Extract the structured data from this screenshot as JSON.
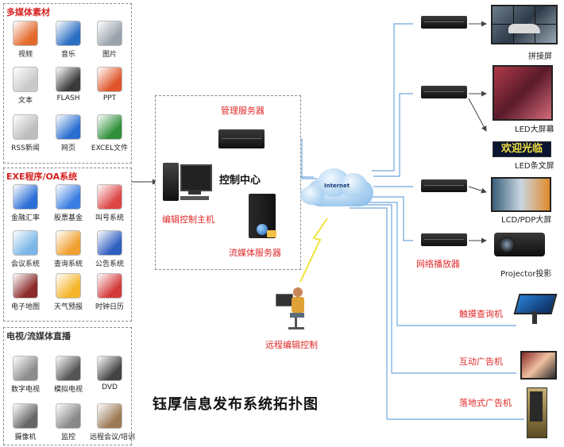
{
  "media_panel": {
    "title": "多媒体素材",
    "items": [
      {
        "label": "视频",
        "icon": "video-icon",
        "color": "#e46a2b"
      },
      {
        "label": "音乐",
        "icon": "music-icon",
        "color": "#2b6fc4"
      },
      {
        "label": "图片",
        "icon": "picture-icon",
        "color": "#9aa3ad"
      },
      {
        "label": "文本",
        "icon": "text-icon",
        "color": "#c9c9c9"
      },
      {
        "label": "FLASH",
        "icon": "flash-icon",
        "color": "#3a3a3a"
      },
      {
        "label": "PPT",
        "icon": "ppt-icon",
        "color": "#e0562a"
      },
      {
        "label": "RSS新闻",
        "icon": "rss-icon",
        "color": "#bdbdbd"
      },
      {
        "label": "网页",
        "icon": "web-icon",
        "color": "#2a6fd0"
      },
      {
        "label": "EXCEL文件",
        "icon": "excel-icon",
        "color": "#2f8f3a"
      }
    ]
  },
  "exe_panel": {
    "title": "EXE程序/OA系统",
    "items": [
      {
        "label": "金融汇率",
        "icon": "finance-icon",
        "color": "#2d6fd6"
      },
      {
        "label": "股票基金",
        "icon": "stock-icon",
        "color": "#3a7de0"
      },
      {
        "label": "叫号系统",
        "icon": "queue-icon",
        "color": "#d44"
      },
      {
        "label": "会议系统",
        "icon": "meeting-icon",
        "color": "#7bb6e8"
      },
      {
        "label": "查询系统",
        "icon": "search-icon",
        "color": "#f0a030"
      },
      {
        "label": "公告系统",
        "icon": "notice-icon",
        "color": "#2f5fc0"
      },
      {
        "label": "电子地图",
        "icon": "map-icon",
        "color": "#8a2a2a"
      },
      {
        "label": "天气预报",
        "icon": "weather-icon",
        "color": "#f6b52a"
      },
      {
        "label": "时钟日历",
        "icon": "calendar-icon",
        "color": "#d43a3a"
      }
    ]
  },
  "tv_panel": {
    "title": "电视/流媒体直播",
    "items": [
      {
        "label": "数字电视",
        "icon": "satellite-icon",
        "color": "#8c8c8c"
      },
      {
        "label": "模拟电视",
        "icon": "antenna-icon",
        "color": "#555"
      },
      {
        "label": "DVD",
        "icon": "dvd-icon",
        "color": "#444"
      },
      {
        "label": "摄像机",
        "icon": "camera-icon",
        "color": "#666"
      },
      {
        "label": "监控",
        "icon": "cctv-icon",
        "color": "#888"
      },
      {
        "label": "远程会议/培训",
        "icon": "conference-icon",
        "color": "#9b7a55"
      }
    ]
  },
  "control_center": {
    "title": "控制中心",
    "mgmt_server": "管理服务器",
    "edit_host": "编辑控制主机",
    "stream_server": "流媒体服务器"
  },
  "network": {
    "cloud_label": "Internet",
    "remote_label": "远程编辑控制",
    "player_label": "网络播放器"
  },
  "outputs": [
    {
      "label": "拼接屏",
      "icon": "video-wall-icon"
    },
    {
      "label": "LED大屏幕",
      "icon": "led-screen-icon"
    },
    {
      "label": "LED条文屏",
      "icon": "led-strip-icon",
      "text": "欢迎光临"
    },
    {
      "label": "LCD/PDP大屏",
      "icon": "lcd-icon"
    },
    {
      "label": "Projector投影",
      "icon": "projector-icon"
    },
    {
      "label": "触摸查询机",
      "icon": "kiosk-icon"
    },
    {
      "label": "互动广告机",
      "icon": "interactive-ad-icon"
    },
    {
      "label": "落地式广告机",
      "icon": "floor-ad-icon"
    }
  ],
  "footer_title": "钰厚信息发布系统拓扑图"
}
